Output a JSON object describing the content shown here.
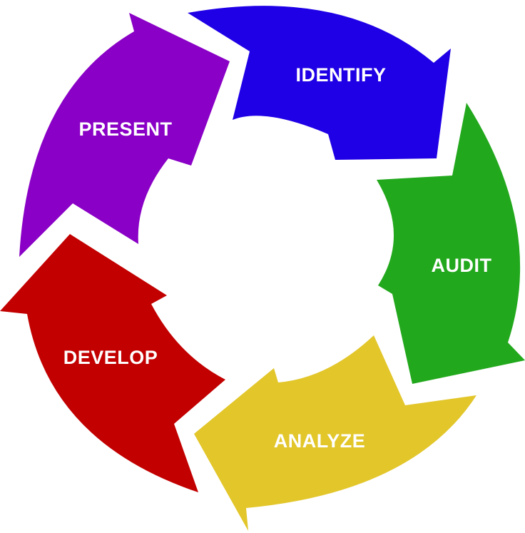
{
  "diagram": {
    "segments": [
      {
        "id": "identify",
        "label": "IDENTIFY",
        "color": "#1f00e6"
      },
      {
        "id": "audit",
        "label": "AUDIT",
        "color": "#22a81c"
      },
      {
        "id": "analyze",
        "label": "ANALYZE",
        "color": "#e2c62a"
      },
      {
        "id": "develop",
        "label": "DEVELOP",
        "color": "#c20000"
      },
      {
        "id": "present",
        "label": "PRESENT",
        "color": "#8a00c6"
      }
    ]
  }
}
